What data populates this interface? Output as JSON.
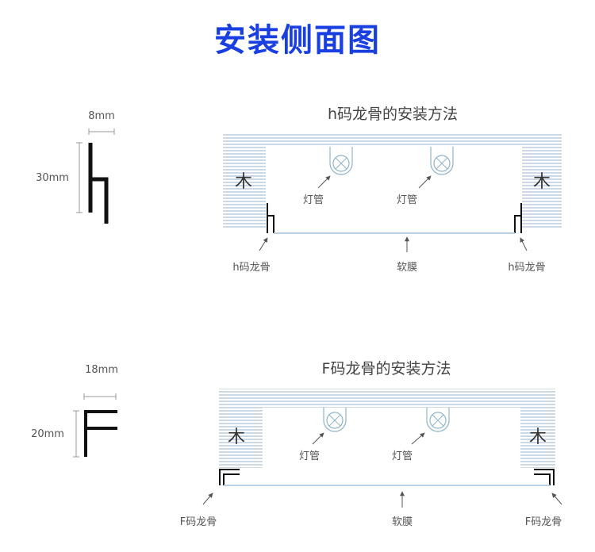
{
  "title": "安装侧面图",
  "h_section": {
    "heading": "h码龙骨的安装方法",
    "dim_width": "8mm",
    "dim_height": "30mm",
    "wood_left": "木",
    "wood_right": "木",
    "lamp_left": "灯管",
    "lamp_right": "灯管",
    "keel_left": "h码龙骨",
    "film": "软膜",
    "keel_right": "h码龙骨"
  },
  "f_section": {
    "heading": "F码龙骨的安装方法",
    "dim_width": "18mm",
    "dim_height": "20mm",
    "wood_left": "木",
    "wood_right": "木",
    "lamp_left": "灯管",
    "lamp_right": "灯管",
    "keel_left": "F码龙骨",
    "film": "软膜",
    "keel_right": "F码龙骨"
  },
  "colors": {
    "title": "#1a3fe0",
    "hatch": "#b9c9dc",
    "film": "#b8d2e3",
    "lamp": "#8fb3c8",
    "profile": "#111111"
  }
}
